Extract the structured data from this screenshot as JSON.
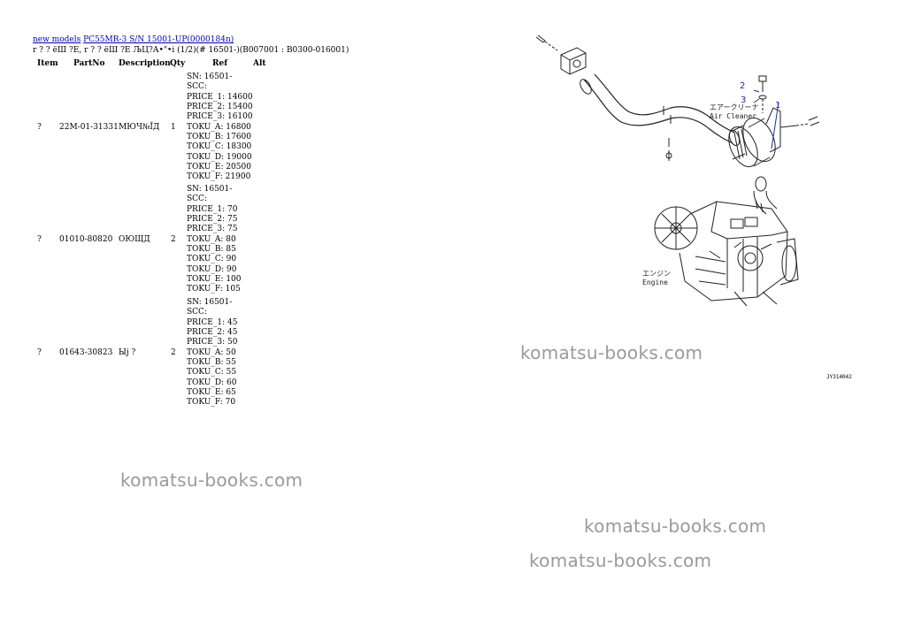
{
  "breadcrumb": {
    "link1": "new models",
    "link2": "PC55MR-3 S/N 15001-UP(0000184n)"
  },
  "subtitle": "r ? ? ёШ ?Е, r ? ? ёШ ?Е ЉЦ?А•\"•i (1/2)(# 16501-)(B007001 : B0300-016001)",
  "table": {
    "headers": {
      "item": "Item",
      "partno": "PartNo",
      "description": "Description",
      "qty": "Qty",
      "ref": "Ref",
      "alt": "Alt"
    },
    "rows": [
      {
        "item": "?",
        "partno": "22M-01-31331",
        "description": "МЮЧ№ЇД",
        "qty": "1",
        "ref_lines": [
          "SN: 16501-",
          "SCC:",
          "PRICE_1: 14600",
          "PRICE_2: 15400",
          "PRICE_3: 16100",
          "TOKU_A: 16800",
          "TOKU_B: 17600",
          "TOKU_C: 18300",
          "TOKU_D: 19000",
          "TOKU_E: 20500",
          "TOKU_F: 21900"
        ]
      },
      {
        "item": "?",
        "partno": "01010-80820",
        "description": "ОЮЩД",
        "qty": "2",
        "ref_lines": [
          "SN: 16501-",
          "SCC:",
          "PRICE_1: 70",
          "PRICE_2: 75",
          "PRICE_3: 75",
          "TOKU_A: 80",
          "TOKU_B: 85",
          "TOKU_C: 90",
          "TOKU_D: 90",
          "TOKU_E: 100",
          "TOKU_F: 105"
        ]
      },
      {
        "item": "?",
        "partno": "01643-30823",
        "description": "Ыј ?",
        "qty": "2",
        "ref_lines": [
          "SN: 16501-",
          "SCC:",
          "PRICE_1: 45",
          "PRICE_2: 45",
          "PRICE_3: 50",
          "TOKU_A: 50",
          "TOKU_B: 55",
          "TOKU_C: 55",
          "TOKU_D: 60",
          "TOKU_E: 65",
          "TOKU_F: 70"
        ]
      }
    ]
  },
  "diagram": {
    "callouts": [
      "1",
      "2",
      "3"
    ],
    "label_air_jp": "エアークリーナ",
    "label_air_en": "Air Cleaner",
    "label_engine_jp": "エンジン",
    "label_engine_en": "Engine",
    "figure_code": "JY314042",
    "callout_color": "#1a2bb8"
  },
  "watermarks": {
    "w1": "komatsu-books.com",
    "w2": "komatsu-books.com",
    "w3": "komatsu-books.com",
    "w4": "komatsu-books.com"
  }
}
